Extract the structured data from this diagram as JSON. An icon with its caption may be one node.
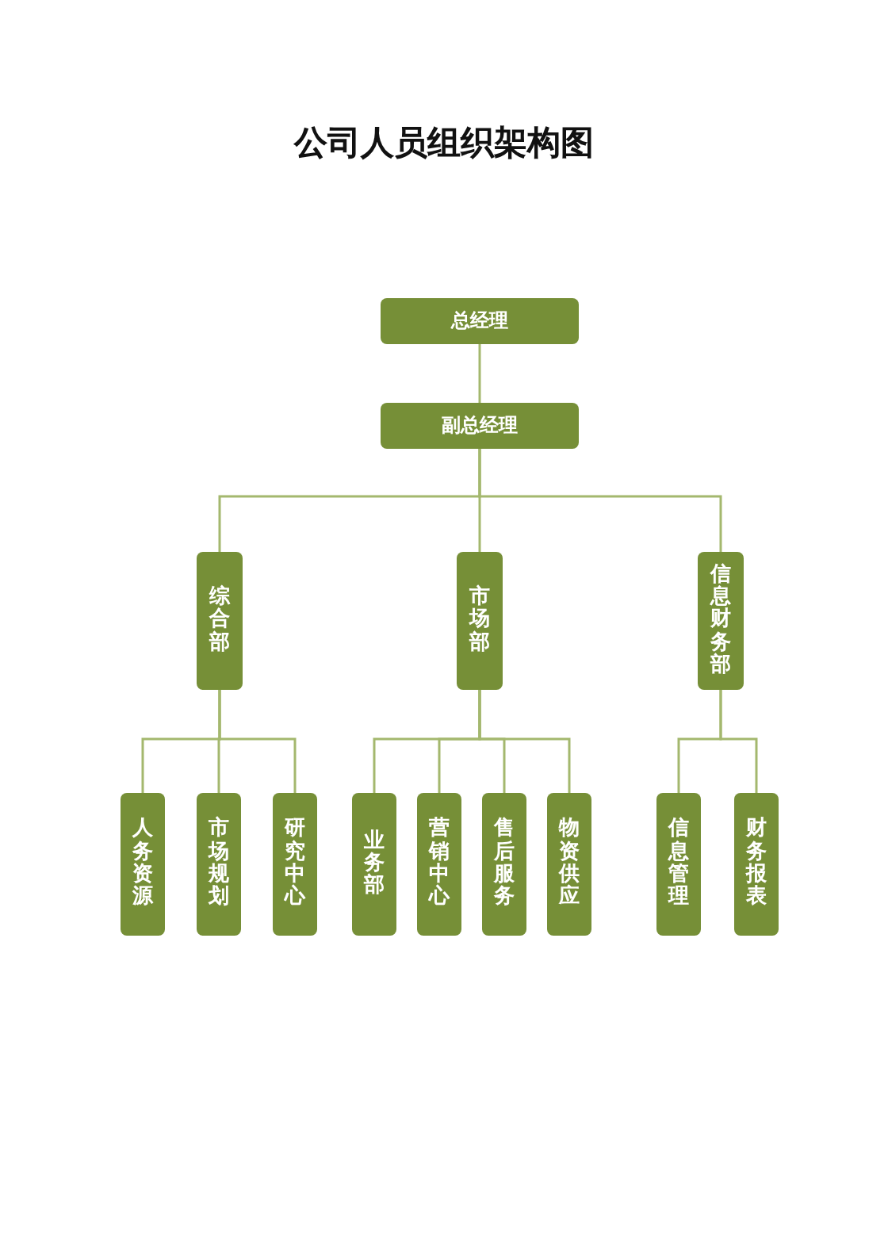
{
  "diagram": {
    "title": "公司人员组织架构图",
    "nodes": [
      {
        "text": [
          "总经理"
        ]
      },
      {
        "text": [
          "副总经理"
        ]
      },
      {
        "text": [
          "综合部"
        ]
      },
      {
        "text": [
          "市场部"
        ]
      },
      {
        "text": [
          "信息财务部"
        ]
      },
      {
        "text": [
          "人务资源"
        ]
      },
      {
        "text": [
          "市场规划"
        ]
      },
      {
        "text": [
          "研究中心"
        ]
      },
      {
        "text": [
          "业务部"
        ]
      },
      {
        "text": [
          "营销中心"
        ]
      },
      {
        "text": [
          "售后服务"
        ]
      },
      {
        "text": [
          "物资供应"
        ]
      },
      {
        "text": [
          "信息管理"
        ]
      },
      {
        "text": [
          "财务报表"
        ]
      }
    ],
    "edges": [
      {
        "from": 0,
        "to": 1,
        "arrow": "none"
      },
      {
        "from": 1,
        "to": 2,
        "arrow": "none"
      },
      {
        "from": 1,
        "to": 3,
        "arrow": "none"
      },
      {
        "from": 1,
        "to": 4,
        "arrow": "none"
      },
      {
        "from": 2,
        "to": 5,
        "arrow": "none"
      },
      {
        "from": 2,
        "to": 6,
        "arrow": "none"
      },
      {
        "from": 2,
        "to": 7,
        "arrow": "none"
      },
      {
        "from": 3,
        "to": 8,
        "arrow": "none"
      },
      {
        "from": 3,
        "to": 9,
        "arrow": "none"
      },
      {
        "from": 3,
        "to": 10,
        "arrow": "none"
      },
      {
        "from": 3,
        "to": 11,
        "arrow": "none"
      },
      {
        "from": 4,
        "to": 12,
        "arrow": "none"
      },
      {
        "from": 4,
        "to": 13,
        "arrow": "none"
      }
    ]
  }
}
